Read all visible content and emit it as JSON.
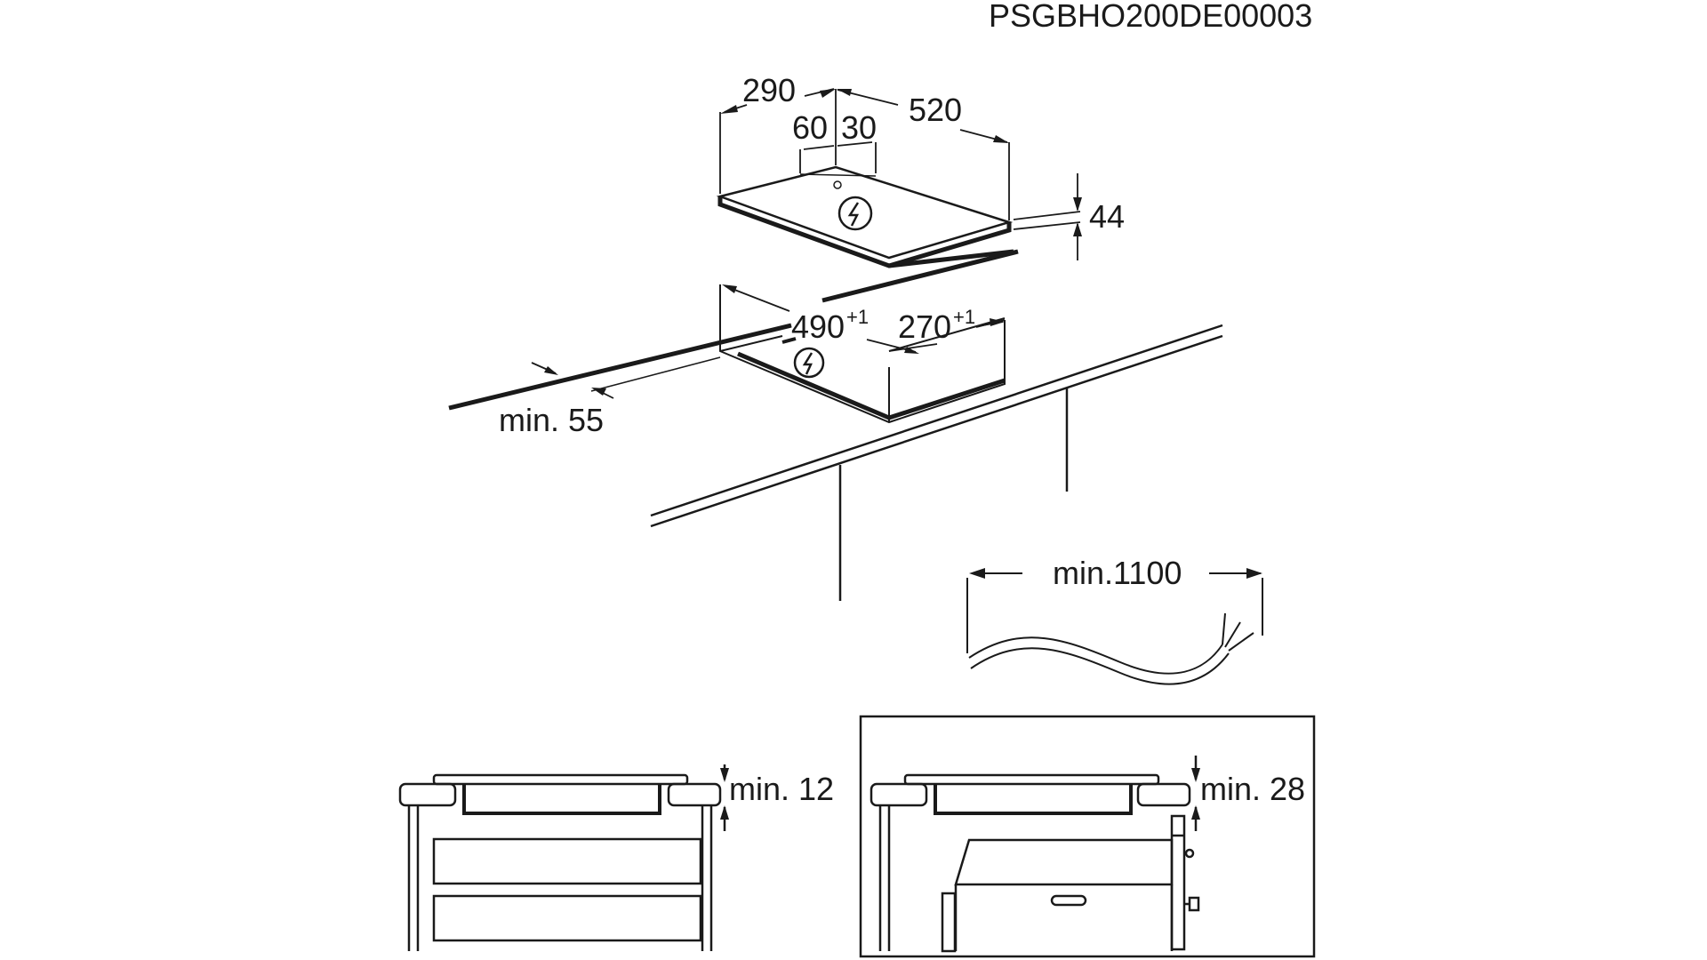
{
  "code": "PSGBHO200DE00003",
  "dimensions": {
    "d290": "290",
    "d520": "520",
    "d60": "60",
    "d30": "30",
    "d44": "44",
    "cutout_w": "490",
    "cutout_d": "270",
    "tolerance": "+1",
    "min55": "min. 55",
    "min1100": "min.1100",
    "min12": "min. 12",
    "min28": "min. 28"
  },
  "icons": {
    "electric_symbol_top": "electric-connection-icon",
    "electric_symbol_cutout": "electric-connection-icon"
  }
}
